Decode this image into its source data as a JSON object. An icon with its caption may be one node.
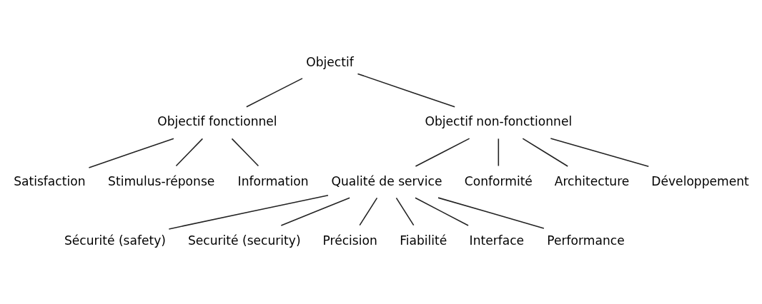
{
  "diagram": {
    "nodes": [
      {
        "text": [
          "Objectif"
        ]
      },
      {
        "text": [
          "Objectif fonctionnel"
        ]
      },
      {
        "text": [
          "Objectif non-fonctionnel"
        ]
      },
      {
        "text": [
          "Satisfaction"
        ]
      },
      {
        "text": [
          "Stimulus-réponse"
        ]
      },
      {
        "text": [
          "Information"
        ]
      },
      {
        "text": [
          "Qualité de service"
        ]
      },
      {
        "text": [
          "Conformité"
        ]
      },
      {
        "text": [
          "Architecture"
        ]
      },
      {
        "text": [
          "Développement"
        ]
      },
      {
        "text": [
          "Sécurité (safety)"
        ]
      },
      {
        "text": [
          "Securité (security)"
        ]
      },
      {
        "text": [
          "Précision"
        ]
      },
      {
        "text": [
          "Fiabilité"
        ]
      },
      {
        "text": [
          "Interface"
        ]
      },
      {
        "text": [
          "Performance"
        ]
      }
    ],
    "edges": [
      {
        "from": 0,
        "to": 1,
        "arrow": "none"
      },
      {
        "from": 0,
        "to": 2,
        "arrow": "none"
      },
      {
        "from": 1,
        "to": 3,
        "arrow": "none"
      },
      {
        "from": 1,
        "to": 4,
        "arrow": "none"
      },
      {
        "from": 1,
        "to": 5,
        "arrow": "none"
      },
      {
        "from": 2,
        "to": 6,
        "arrow": "none"
      },
      {
        "from": 2,
        "to": 7,
        "arrow": "none"
      },
      {
        "from": 2,
        "to": 8,
        "arrow": "none"
      },
      {
        "from": 2,
        "to": 9,
        "arrow": "none"
      },
      {
        "from": 6,
        "to": 10,
        "arrow": "none"
      },
      {
        "from": 6,
        "to": 11,
        "arrow": "none"
      },
      {
        "from": 6,
        "to": 12,
        "arrow": "none"
      },
      {
        "from": 6,
        "to": 13,
        "arrow": "none"
      },
      {
        "from": 6,
        "to": 14,
        "arrow": "none"
      },
      {
        "from": 6,
        "to": 15,
        "arrow": "none"
      }
    ]
  }
}
